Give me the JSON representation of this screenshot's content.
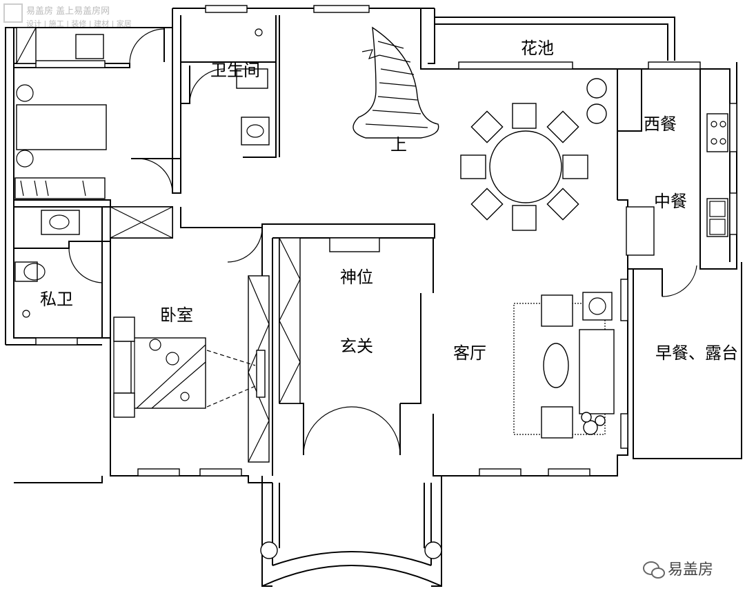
{
  "watermark": {
    "line1": "易盖房  盖上易盖房网",
    "line2": "设计 | 施工 | 装修 | 建材 | 家居"
  },
  "rooms": {
    "flower_pool": "花池",
    "bathroom": "卫生间",
    "up_stairs": "上",
    "western_dining": "西餐",
    "chinese_dining": "中餐",
    "shrine": "神位",
    "private_bath": "私卫",
    "bedroom": "卧室",
    "foyer": "玄关",
    "living_room": "客厅",
    "breakfast_terrace": "早餐、露台"
  },
  "brand": {
    "name": "易盖房",
    "icon": "wechat-icon"
  }
}
